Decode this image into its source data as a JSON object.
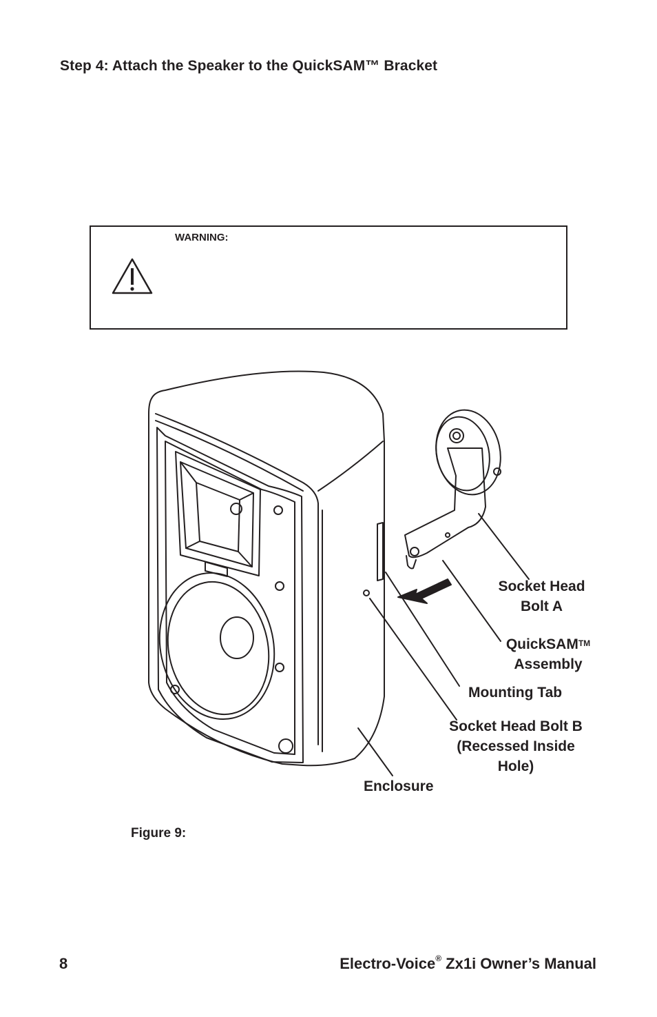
{
  "header": {
    "step_title": "Step 4: Attach the Speaker to the QuickSAM™ Bracket"
  },
  "warning": {
    "label": "WARNING:",
    "icon": "warning-triangle-icon"
  },
  "figure": {
    "callouts": {
      "socket_head_bolt_a": {
        "line1": "Socket Head",
        "line2": "Bolt A"
      },
      "quicksam_assembly": {
        "line1": "QuickSAM",
        "tm": "TM",
        "line2": "Assembly"
      },
      "mounting_tab": "Mounting Tab",
      "socket_head_bolt_b": {
        "line1": "Socket Head Bolt B",
        "line2": "(Recessed Inside",
        "line3": "Hole)"
      },
      "enclosure": "Enclosure"
    },
    "caption": "Figure 9:"
  },
  "footer": {
    "page_number": "8",
    "brand": "Electro-Voice",
    "registered": "®",
    "title_rest": " Zx1i Owner’s Manual"
  }
}
